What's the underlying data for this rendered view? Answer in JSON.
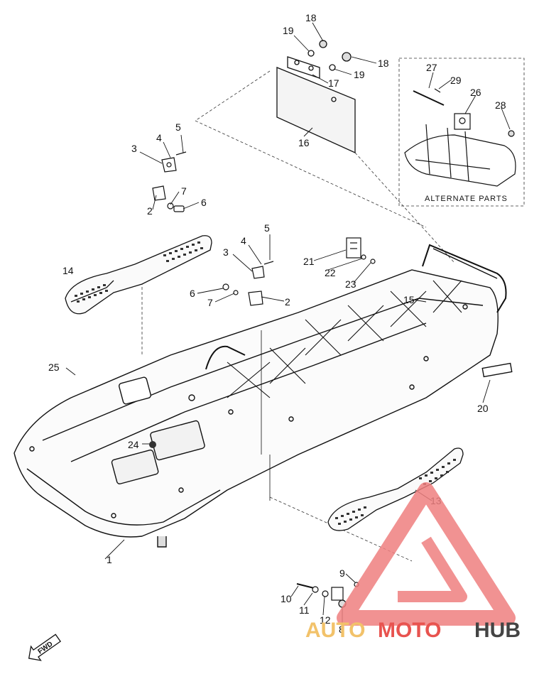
{
  "diagram": {
    "callouts": [
      "1",
      "2",
      "3",
      "4",
      "5",
      "6",
      "7",
      "8",
      "9",
      "10",
      "11",
      "12",
      "13",
      "14",
      "15",
      "16",
      "17",
      "18",
      "19",
      "20",
      "21",
      "22",
      "23",
      "24",
      "25",
      "26",
      "27",
      "28",
      "29"
    ],
    "alternate_parts_label": "ALTERNATE PARTS",
    "fwd_label": "FWD"
  },
  "watermark": {
    "text_auto": "AUTO",
    "text_moto": "MOTO",
    "text_hub": "HUB",
    "colors": {
      "auto": "#f2c26a",
      "moto": "#e8534f",
      "hub": "#444444",
      "triangle": "#ef7f7f"
    }
  }
}
